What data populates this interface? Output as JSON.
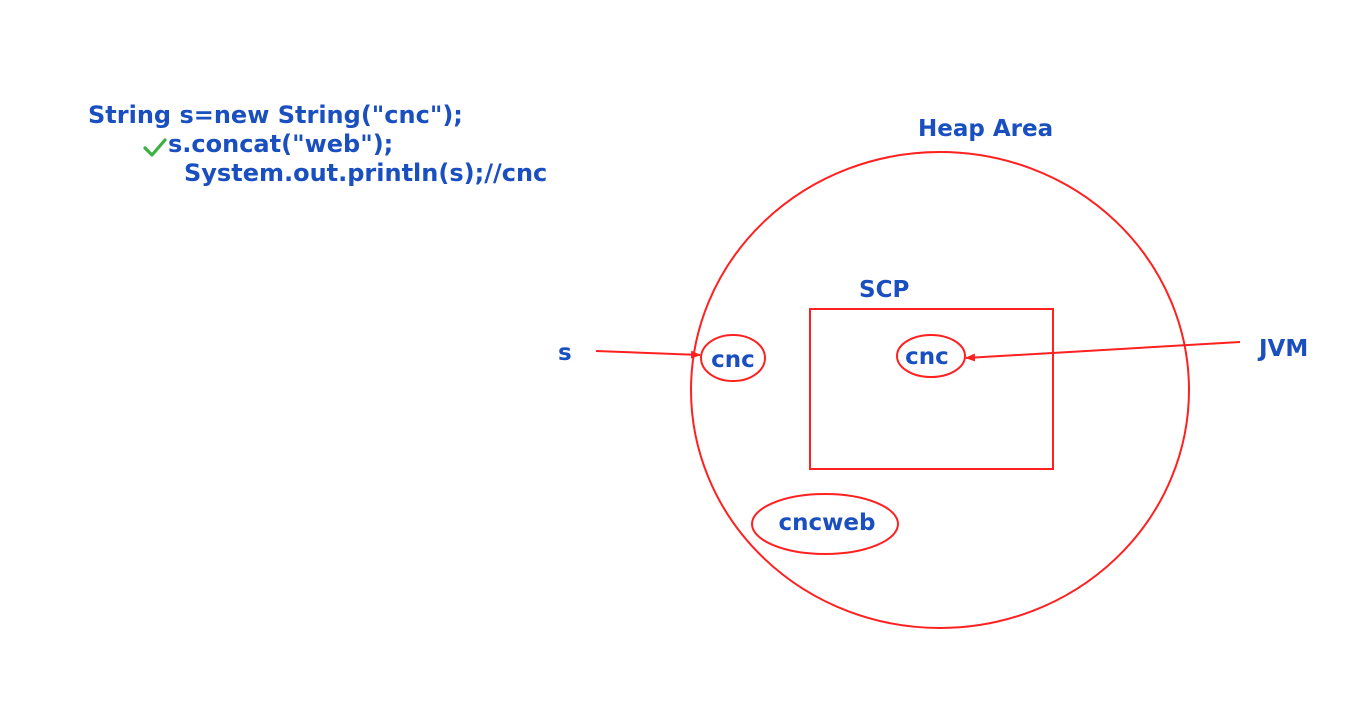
{
  "code": {
    "line1": "String s=new String(\"cnc\");",
    "line2": "s.concat(\"web\");",
    "line3": "System.out.println(s);//cnc"
  },
  "icons": {
    "check": "check-icon"
  },
  "diagram": {
    "heap_label": "Heap Area",
    "scp_label": "SCP",
    "heap_object": "cnc",
    "scp_object": "cnc",
    "new_object": "cncweb",
    "ref_s": "s",
    "ref_jvm": "JVM"
  },
  "colors": {
    "text": "#1a4fbf",
    "shapes": "#ff2020",
    "check": "#3cb043"
  }
}
